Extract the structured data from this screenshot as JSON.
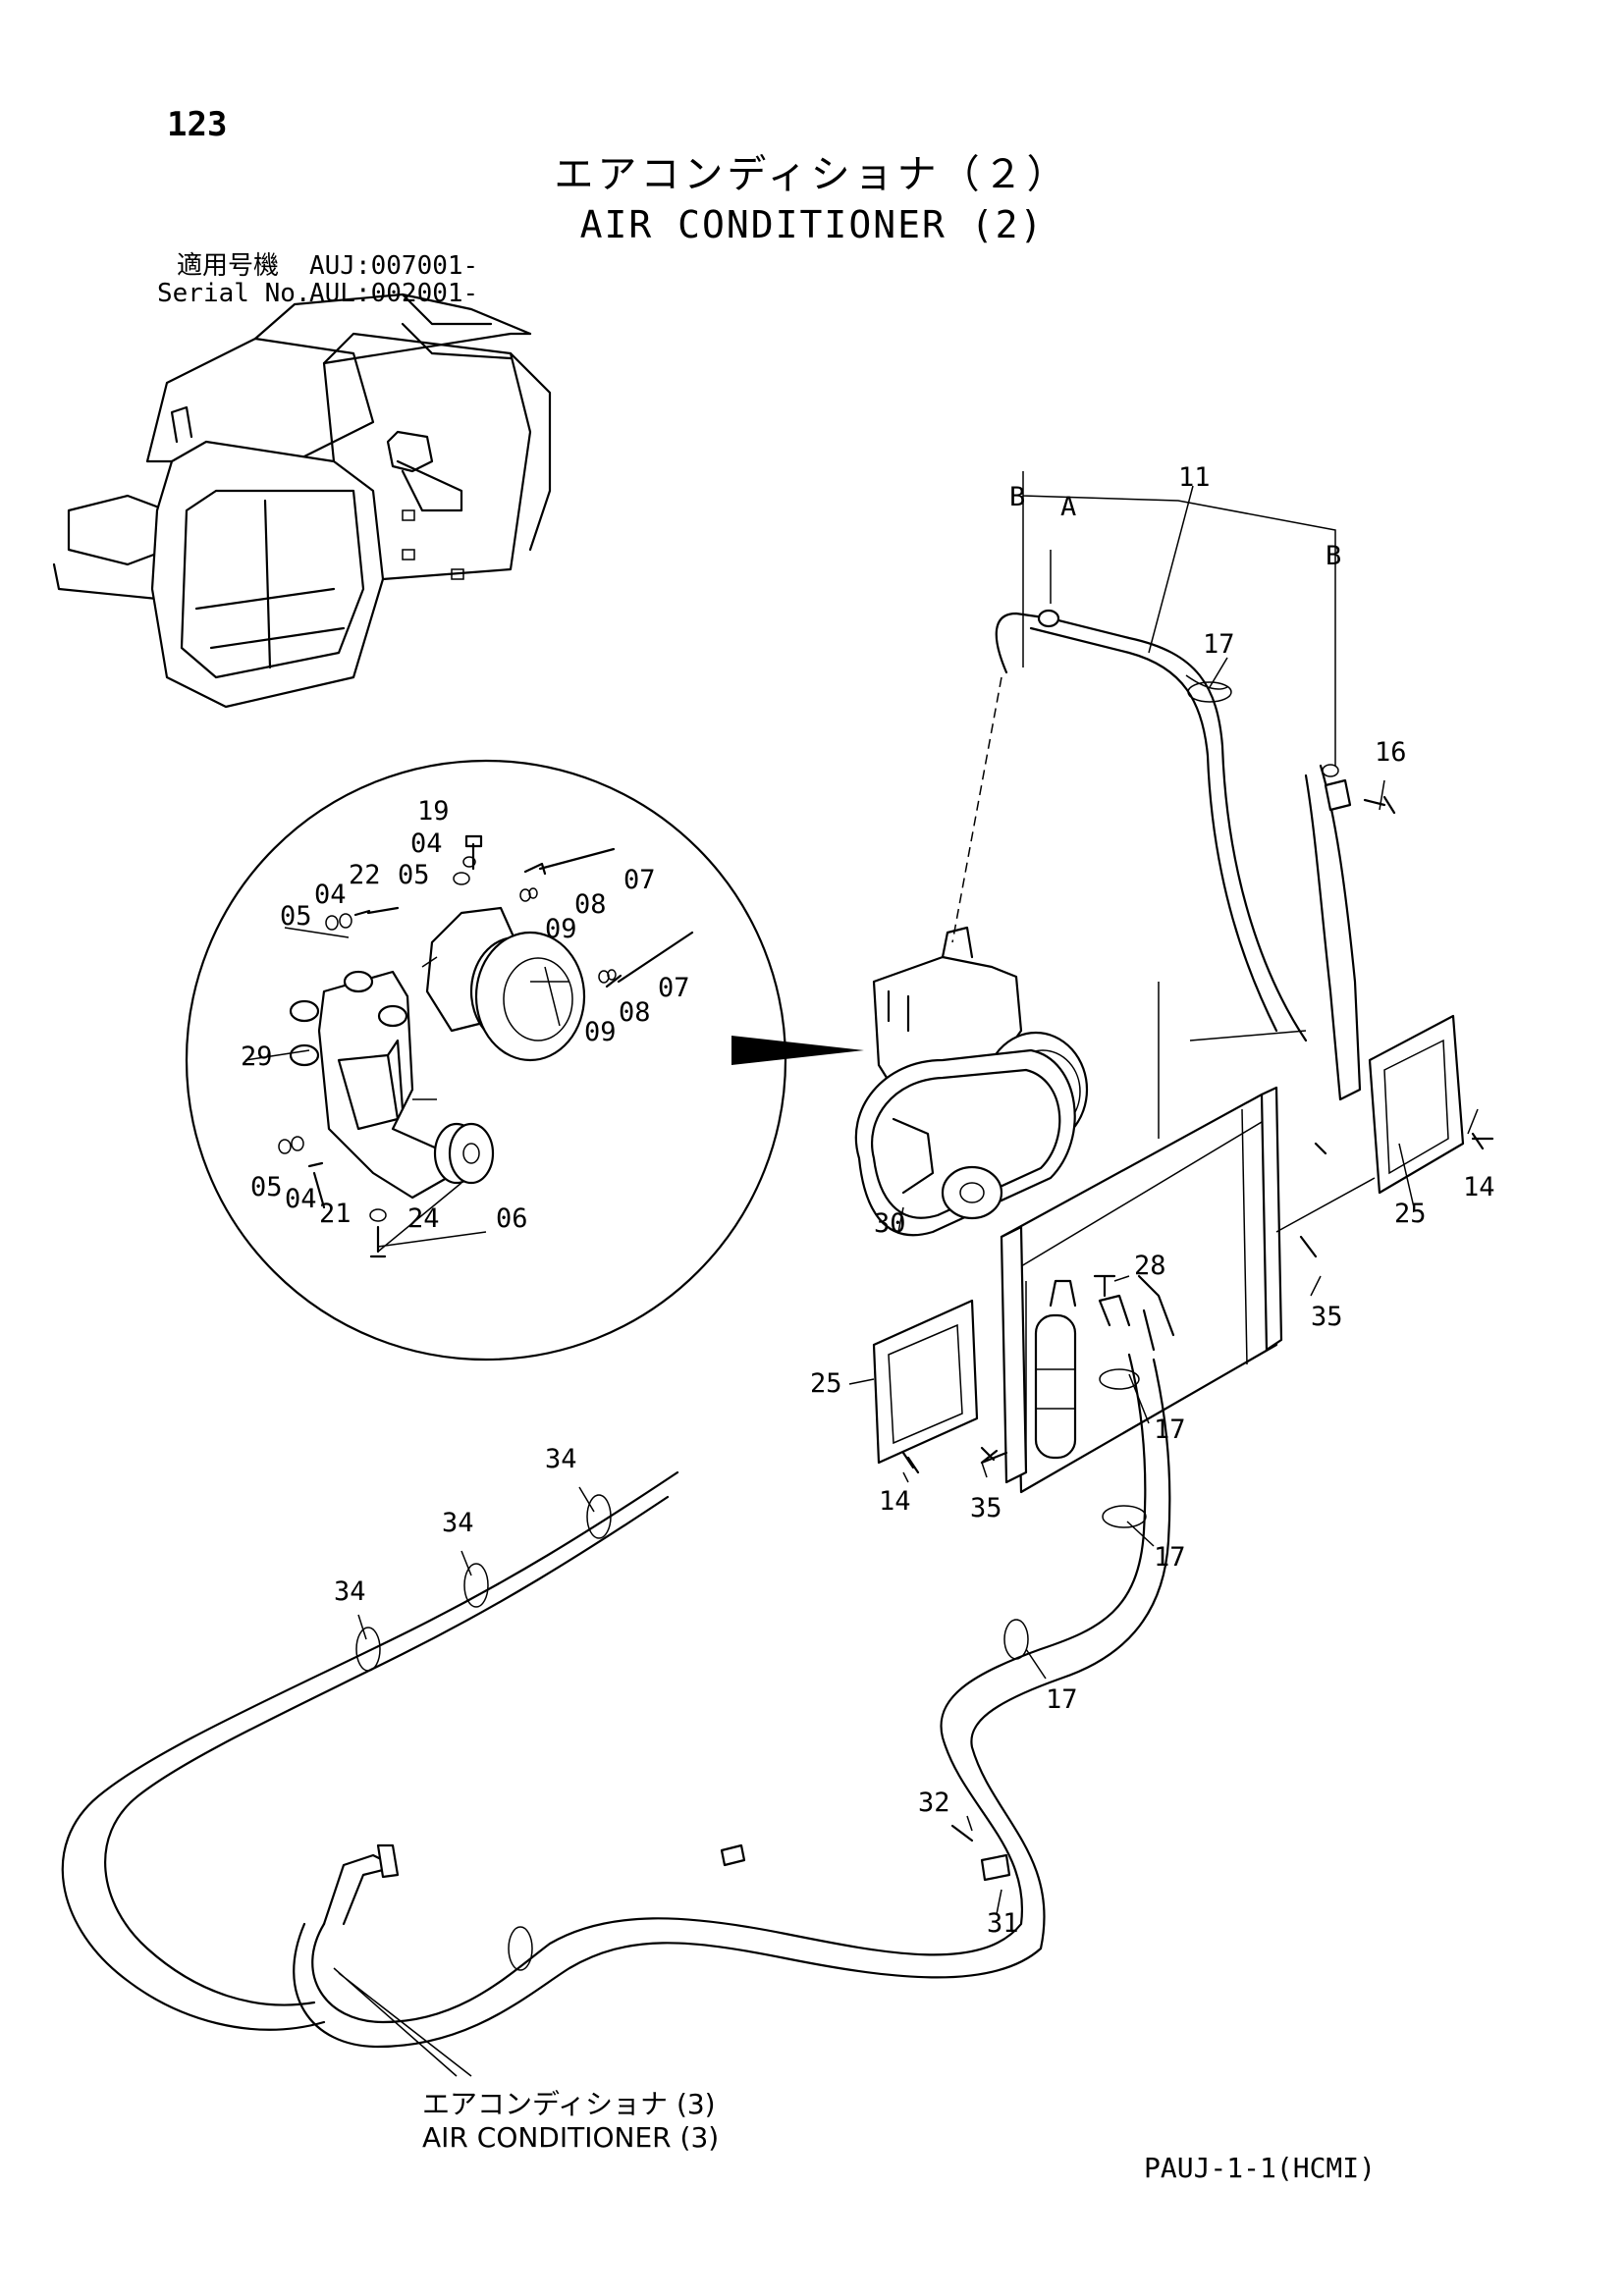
{
  "page": {
    "number": "123",
    "title_jp": "エアコンディショナ（２）",
    "title_en": "AIR CONDITIONER (2)",
    "serial_label_jp": "適用号機",
    "serial_label_en": "Serial No.",
    "serial_values": [
      "AUJ:007001-",
      "AUL:002001-"
    ],
    "footer_code": "PAUJ-1-1(HCMI)"
  },
  "note": {
    "line_jp": "エアコンディショナ (3)",
    "line_en": "AIR CONDITIONER (3)"
  },
  "callouts": {
    "compressor_detail": [
      "19",
      "04",
      "05",
      "22",
      "05",
      "04",
      "07",
      "08",
      "09",
      "07",
      "08",
      "09",
      "29",
      "05",
      "04",
      "21",
      "24",
      "06"
    ],
    "main": [
      "11",
      "B",
      "A",
      "B",
      "17",
      "16",
      "30",
      "14",
      "25",
      "28",
      "35",
      "25",
      "17",
      "14",
      "35",
      "17",
      "17",
      "34",
      "34",
      "34",
      "32",
      "31"
    ]
  }
}
